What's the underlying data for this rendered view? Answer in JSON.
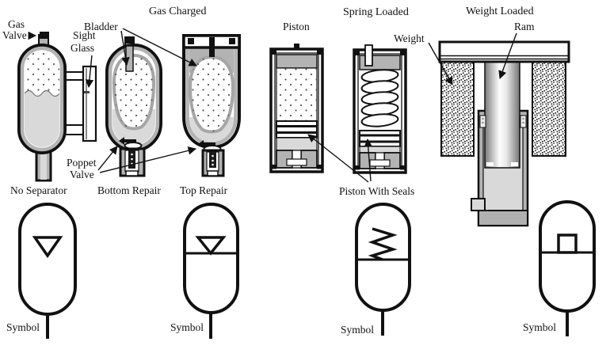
{
  "diagram": {
    "labels": {
      "gas_valve_line1": "Gas",
      "gas_valve_line2": "Valve",
      "sight_glass_line1": "Sight",
      "sight_glass_line2": "Glass",
      "bladder": "Bladder",
      "gas_charged": "Gas Charged",
      "piston": "Piston",
      "spring_loaded": "Spring Loaded",
      "weight": "Weight",
      "weight_loaded": "Weight Loaded",
      "ram": "Ram",
      "poppet_valve_line1": "Poppet",
      "poppet_valve_line2": "Valve",
      "no_separator": "No Separator",
      "bottom_repair": "Bottom Repair",
      "top_repair": "Top Repair",
      "piston_with_seals": "Piston With Seals"
    },
    "symbols": [
      {
        "label": "Symbol",
        "glyph": "triangle-down"
      },
      {
        "label": "Symbol",
        "glyph": "triangle-down-on-line"
      },
      {
        "label": "Symbol",
        "glyph": "spring-zigzag-on-line"
      },
      {
        "label": "Symbol",
        "glyph": "weight-square-on-line"
      }
    ],
    "colors": {
      "line": "#111111",
      "fluid_gray": "#d9d9d9",
      "wall_gray": "#b3b3b3",
      "bladder_outline": "#a6a6a6"
    }
  }
}
